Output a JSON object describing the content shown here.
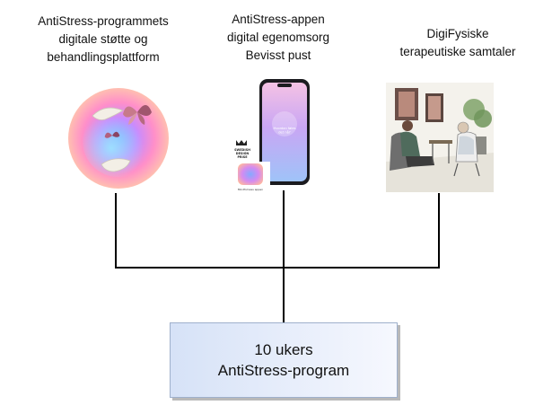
{
  "nodes": {
    "left": {
      "lines": [
        "AntiStress-programmets",
        "digitale støtte og",
        "behandlingsplattform"
      ],
      "image": "butterfly-hands-circle-icon"
    },
    "middle": {
      "lines": [
        "AntiStress-appen",
        "digital egenomsorg",
        "Bevisst pust"
      ],
      "image": "smartphone-app-icon",
      "phone_screen_text": [
        "Hvordan føles",
        "det nå?"
      ],
      "badge_lines": [
        "SWEDISH",
        "DESIGN",
        "PRISE"
      ],
      "app_caption": "Mindfulness appen"
    },
    "right": {
      "lines": [
        "DigiFysiske",
        "terapeutiske samtaler"
      ],
      "image": "therapy-session-sketch-icon"
    }
  },
  "program": {
    "lines": [
      "10 ukers",
      "AntiStress-program"
    ]
  },
  "colors": {
    "box_fill_start": "#d6e2f7",
    "box_border": "#9fb0cc",
    "connector": "#000000"
  }
}
